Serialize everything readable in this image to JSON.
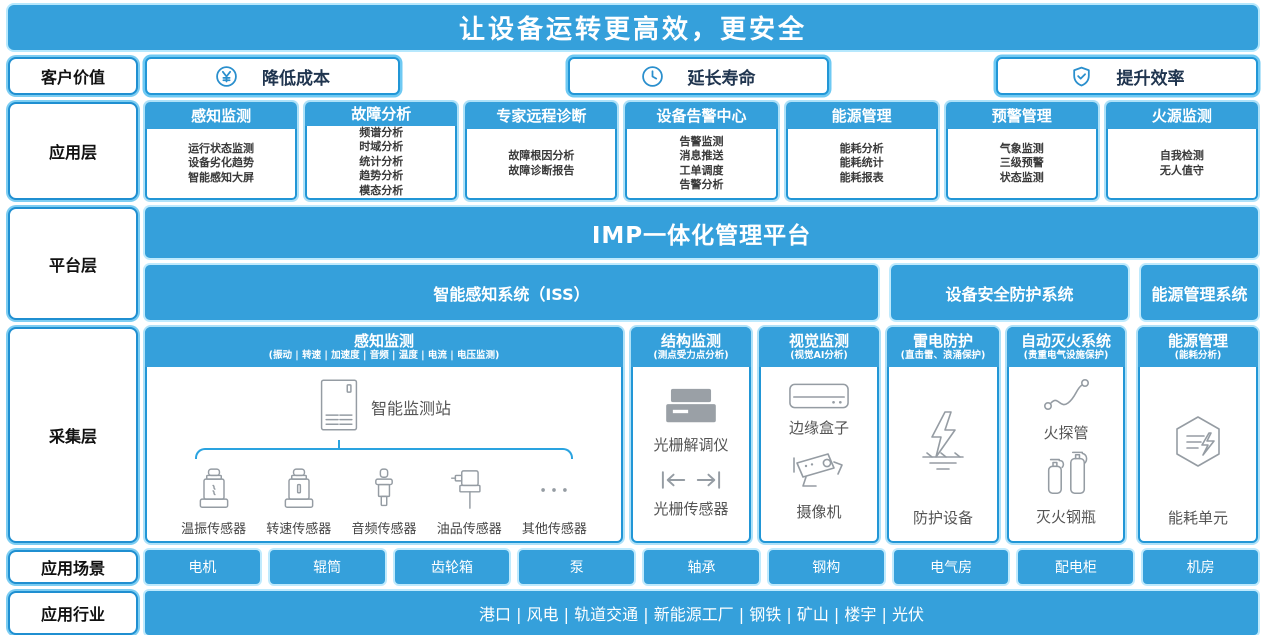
{
  "banner": {
    "title": "让设备运转更高效，更安全"
  },
  "customer_value": {
    "label": "客户价值",
    "items": [
      {
        "icon": "yuan-circle-icon",
        "label": "降低成本"
      },
      {
        "icon": "clock-icon",
        "label": "延长寿命"
      },
      {
        "icon": "shield-check-icon",
        "label": "提升效率"
      }
    ]
  },
  "application_layer": {
    "label": "应用层",
    "columns": [
      {
        "title": "感知监测",
        "items": [
          "运行状态监测",
          "设备劣化趋势",
          "智能感知大屏"
        ]
      },
      {
        "title": "故障分析",
        "items": [
          "频谱分析",
          "时域分析",
          "统计分析",
          "趋势分析",
          "模态分析"
        ]
      },
      {
        "title": "专家远程诊断",
        "items": [
          "故障根因分析",
          "故障诊断报告"
        ]
      },
      {
        "title": "设备告警中心",
        "items": [
          "告警监测",
          "消息推送",
          "工单调度",
          "告警分析"
        ]
      },
      {
        "title": "能源管理",
        "items": [
          "能耗分析",
          "能耗统计",
          "能耗报表"
        ]
      },
      {
        "title": "预警管理",
        "items": [
          "气象监测",
          "三级预警",
          "状态监测"
        ]
      },
      {
        "title": "火源监测",
        "items": [
          "自我检测",
          "无人值守"
        ]
      }
    ]
  },
  "platform_layer": {
    "label": "平台层",
    "platform_title": "IMP一体化管理平台",
    "systems": [
      {
        "name": "智能感知系统（ISS）"
      },
      {
        "name": "设备安全防护系统"
      },
      {
        "name": "能源管理系统"
      }
    ]
  },
  "collection_layer": {
    "label": "采集层",
    "sensing": {
      "title": "感知监测",
      "subtitle": "(振动 | 转速 | 加速度 | 音频 | 温度 | 电流 | 电压监测)",
      "station_label": "智能监测站",
      "sensors": [
        {
          "icon": "temp-vibration-sensor-icon",
          "name": "温振传感器"
        },
        {
          "icon": "speed-sensor-icon",
          "name": "转速传感器"
        },
        {
          "icon": "audio-sensor-icon",
          "name": "音频传感器"
        },
        {
          "icon": "oil-sensor-icon",
          "name": "油品传感器"
        },
        {
          "icon": "more-dots-icon",
          "name": "其他传感器"
        }
      ]
    },
    "structure": {
      "title": "结构监测",
      "subtitle": "(测点受力点分析)",
      "devices": [
        "光栅解调仪",
        "光栅传感器"
      ]
    },
    "vision": {
      "title": "视觉监测",
      "subtitle": "(视觉AI分析)",
      "devices": [
        "边缘盒子",
        "摄像机"
      ]
    },
    "lightning": {
      "title": "雷电防护",
      "subtitle": "(直击雷、浪涌保护)",
      "devices": [
        "防护设备"
      ]
    },
    "fire": {
      "title": "自动灭火系统",
      "subtitle": "(贵重电气设施保护)",
      "devices": [
        "火探管",
        "灭火钢瓶"
      ]
    },
    "energy": {
      "title": "能源管理",
      "subtitle": "(能耗分析)",
      "devices": [
        "能耗单元"
      ]
    }
  },
  "scenarios": {
    "label": "应用场景",
    "items": [
      "电机",
      "辊筒",
      "齿轮箱",
      "泵",
      "轴承",
      "钢构",
      "电气房",
      "配电柜",
      "机房"
    ]
  },
  "industries": {
    "label": "应用行业",
    "text": "港口 | 风电 | 轨道交通 | 新能源工厂 | 钢铁 | 矿山 | 楼宇 | 光伏"
  },
  "colors": {
    "primary_blue": "#35A0DB",
    "halo_blue": "#6EC9F3",
    "border_blue": "#2196D6",
    "icon_gray": "#959CA3",
    "body_text": "#3A3A3A"
  }
}
